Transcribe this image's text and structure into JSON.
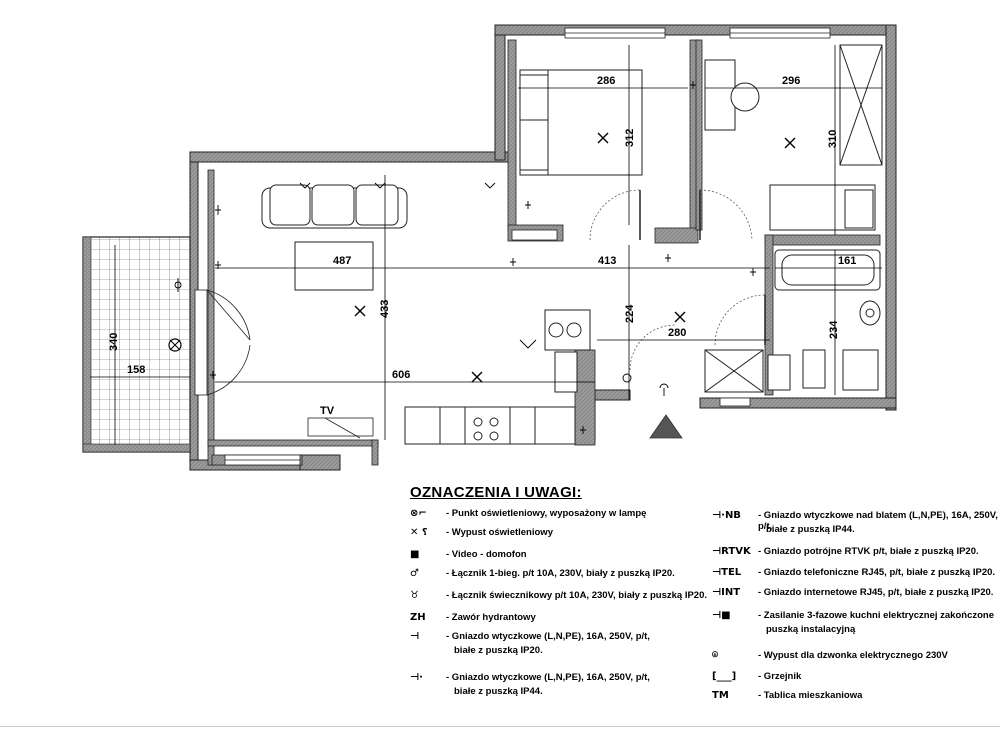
{
  "dimensions": {
    "bedroom1_width": "286",
    "bedroom1_height": "312",
    "bedroom2_width": "296",
    "bedroom2_height": "310",
    "living_tv_width": "487",
    "living_width": "413",
    "living_height": "433",
    "living_length": "606",
    "bathroom_width": "161",
    "hall_width": "280",
    "hall_height": "224",
    "bathroom_height": "234",
    "balcony_height": "340",
    "balcony_width": "158"
  },
  "labels": {
    "tv": "TV"
  },
  "legend": {
    "title": "OZNACZENIA I UWAGI:",
    "items": [
      {
        "symbol": "⊗⌐",
        "text": "- Punkt oświetleniowy, wyposażony w lampę"
      },
      {
        "symbol": "✕ ⸮",
        "text": "- Wypust oświetleniowy"
      },
      {
        "symbol": "■",
        "text": "- Video - domofon"
      },
      {
        "symbol": "♂",
        "text": "- Łącznik 1-bieg. p/t 10A, 230V, biały z puszką IP20."
      },
      {
        "symbol": "♉",
        "text": "- Łącznik świecznikowy p/t 10A, 230V, biały z puszką IP20."
      },
      {
        "symbol": "ZH",
        "text": "- Zawór hydrantowy"
      },
      {
        "symbol": "⊣",
        "text": "- Gniazdo wtyczkowe (L,N,PE), 16A, 250V, p/t,",
        "text2": "białe z puszką IP20."
      },
      {
        "symbol": "⊣·",
        "text": "- Gniazdo wtyczkowe (L,N,PE), 16A, 250V, p/t,",
        "text2": "białe z puszką IP44."
      },
      {
        "symbol": "⊣·NB",
        "text": "- Gniazdo wtyczkowe nad blatem (L,N,PE), 16A, 250V, p/t,",
        "text2": "białe z puszką IP44."
      },
      {
        "symbol": "⊣RTVK",
        "text": "- Gniazdo potrójne RTVK p/t, białe z puszką IP20."
      },
      {
        "symbol": "⊣TEL",
        "text": "- Gniazdo telefoniczne RJ45, p/t, białe z puszką IP20."
      },
      {
        "symbol": "⊣INT",
        "text": "- Gniazdo internetowe RJ45, p/t, białe z puszką IP20."
      },
      {
        "symbol": "⊣■",
        "text": "- Zasilanie 3-fazowe kuchni elektrycznej zakończone",
        "text2": "puszką instalacyjną"
      },
      {
        "symbol": "⌾",
        "text": "- Wypust dla dzwonka elektrycznego 230V"
      },
      {
        "symbol": "[___]",
        "text": "- Grzejnik"
      },
      {
        "symbol": "TM",
        "text": "- Tablica mieszkaniowa"
      }
    ]
  }
}
